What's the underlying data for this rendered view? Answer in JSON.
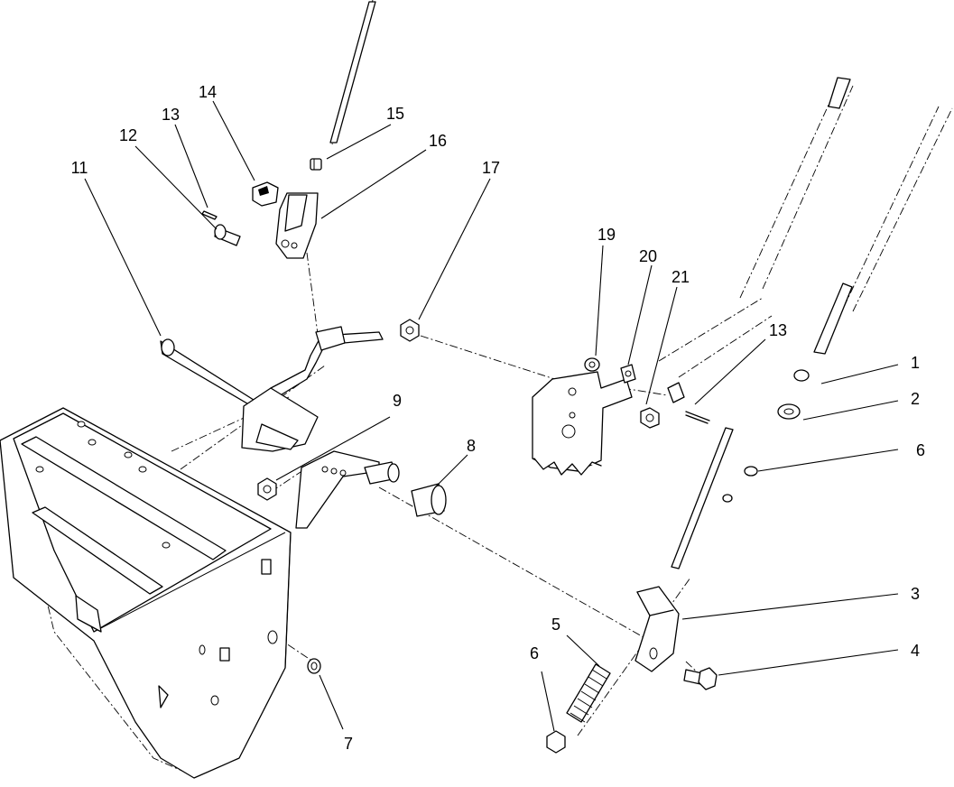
{
  "colors": {
    "line": "#000000",
    "background": "#ffffff"
  },
  "callouts": [
    {
      "id": "c1",
      "label": "1"
    },
    {
      "id": "c2",
      "label": "2"
    },
    {
      "id": "c3",
      "label": "3"
    },
    {
      "id": "c4",
      "label": "4"
    },
    {
      "id": "c5",
      "label": "5"
    },
    {
      "id": "c6a",
      "label": "6"
    },
    {
      "id": "c6b",
      "label": "6"
    },
    {
      "id": "c7",
      "label": "7"
    },
    {
      "id": "c8",
      "label": "8"
    },
    {
      "id": "c9",
      "label": "9"
    },
    {
      "id": "c11",
      "label": "11"
    },
    {
      "id": "c12",
      "label": "12"
    },
    {
      "id": "c13a",
      "label": "13"
    },
    {
      "id": "c13b",
      "label": "13"
    },
    {
      "id": "c14",
      "label": "14"
    },
    {
      "id": "c15",
      "label": "15"
    },
    {
      "id": "c16",
      "label": "16"
    },
    {
      "id": "c17",
      "label": "17"
    },
    {
      "id": "c19",
      "label": "19"
    },
    {
      "id": "c20",
      "label": "20"
    },
    {
      "id": "c21",
      "label": "21"
    }
  ]
}
